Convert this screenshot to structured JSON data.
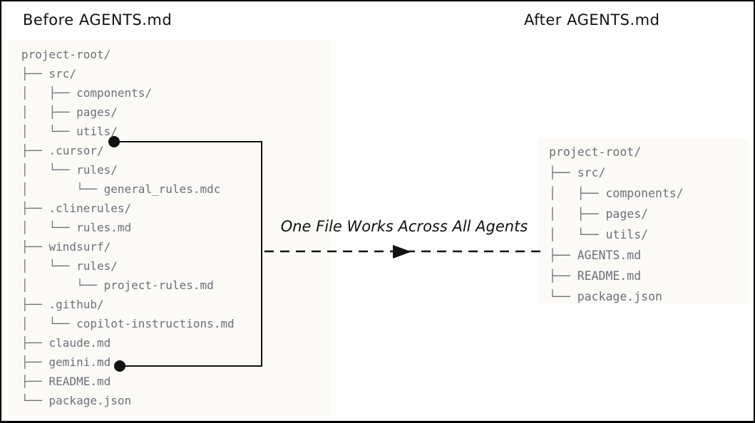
{
  "before": {
    "title": "Before AGENTS.md",
    "tree_lines": [
      "project-root/",
      "├── src/",
      "│   ├── components/",
      "│   ├── pages/",
      "│   └── utils/",
      "├── .cursor/",
      "│   └── rules/",
      "│       └── general_rules.mdc",
      "├── .clinerules/",
      "│   └── rules.md",
      "├── windsurf/",
      "│   └── rules/",
      "│       └── project-rules.md",
      "├── .github/",
      "│   └── copilot-instructions.md",
      "├── claude.md",
      "├── gemini.md",
      "├── README.md",
      "└── package.json"
    ]
  },
  "after": {
    "title": "After AGENTS.md",
    "tree_lines": [
      "project-root/",
      "├── src/",
      "│   ├── components/",
      "│   ├── pages/",
      "│   └── utils/",
      "├── AGENTS.md",
      "├── README.md",
      "└── package.json"
    ]
  },
  "connector": {
    "label": "One File Works Across All Agents",
    "from_items": [
      ".cursor/",
      "gemini.md"
    ],
    "to_item": "AGENTS.md",
    "arrow_direction": "right"
  },
  "colors": {
    "panel_background": "#fbfaf7",
    "tree_text": "#6b7077",
    "title_text": "#111111",
    "connector_line": "#111111",
    "page_border": "#000000"
  }
}
